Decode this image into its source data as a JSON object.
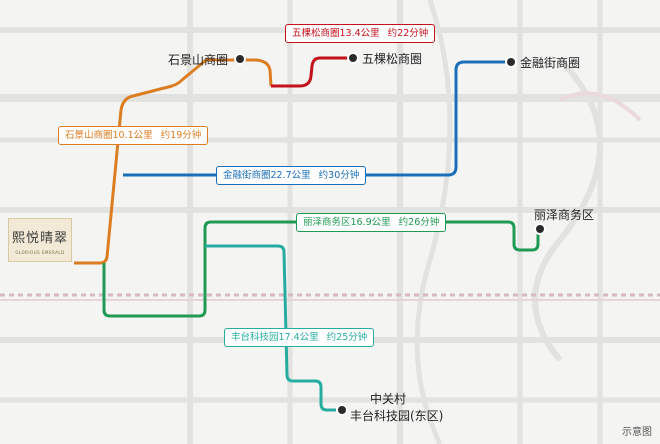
{
  "project": {
    "name": "熙悦晴翠",
    "name_en": "GLORIOUS EMERALD"
  },
  "routes": [
    {
      "id": "wukesong",
      "label": "五棵松商圈13.4公里",
      "time": "约22分钟",
      "color": "#c4111b"
    },
    {
      "id": "shijingshan",
      "label": "石景山商圈10.1公里",
      "time": "约19分钟",
      "color": "#dd7d22"
    },
    {
      "id": "jinrongjie",
      "label": "金融街商圈22.7公里",
      "time": "约30分钟",
      "color": "#1b6fb8"
    },
    {
      "id": "lize",
      "label": "丽泽商务区16.9公里",
      "time": "约26分钟",
      "color": "#1f9a52"
    },
    {
      "id": "fengtai",
      "label": "丰台科技园17.4公里",
      "time": "约25分钟",
      "color": "#27ada0"
    }
  ],
  "destinations": {
    "shijingshan": "石景山商圈",
    "wukesong": "五棵松商圈",
    "jinrongjie": "金融街商圈",
    "lize": "丽泽商务区",
    "fengtai_line1": "中关村",
    "fengtai_line2": "丰台科技园(东区)"
  },
  "caption": "示意图"
}
